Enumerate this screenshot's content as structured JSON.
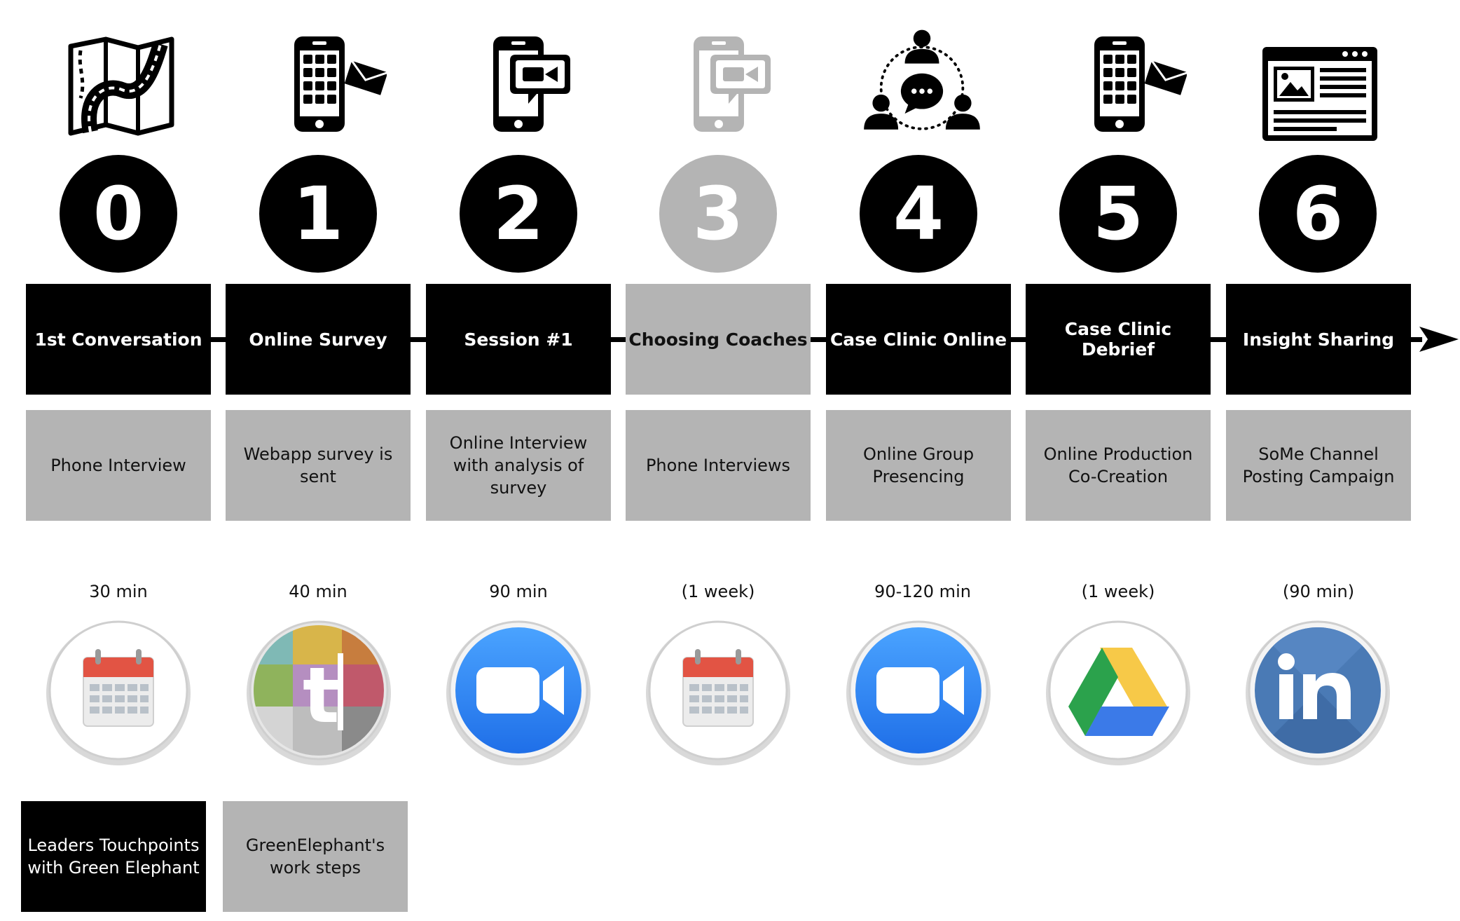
{
  "steps": [
    {
      "number": "0",
      "title": "1st Conversation",
      "description": "Phone Interview",
      "duration": "30 min",
      "icon": "map-icon",
      "app": "calendar-app-icon",
      "state": "active"
    },
    {
      "number": "1",
      "title": "Online Survey",
      "description": "Webapp survey is sent",
      "duration": "40 min",
      "icon": "phone-mail-icon",
      "app": "typeform-app-icon",
      "state": "active"
    },
    {
      "number": "2",
      "title": "Session #1",
      "description": "Online Interview with analysis of survey",
      "duration": "90 min",
      "icon": "phone-video-icon",
      "app": "zoom-app-icon",
      "state": "active"
    },
    {
      "number": "3",
      "title": "Choosing Coaches",
      "description": "Phone Interviews",
      "duration": "(1 week)",
      "icon": "phone-video-icon",
      "app": "calendar-app-icon",
      "state": "inactive"
    },
    {
      "number": "4",
      "title": "Case Clinic Online",
      "description": "Online Group Presencing",
      "duration": "90-120 min",
      "icon": "group-chat-icon",
      "app": "zoom-app-icon",
      "state": "active"
    },
    {
      "number": "5",
      "title": "Case Clinic Debrief",
      "description": "Online Production Co-Creation",
      "duration": "(1 week)",
      "icon": "phone-mail-icon",
      "app": "google-drive-app-icon",
      "state": "active"
    },
    {
      "number": "6",
      "title": "Insight Sharing",
      "description": "SoMe Channel Posting Campaign",
      "duration": "(90 min)",
      "icon": "browser-article-icon",
      "app": "linkedin-app-icon",
      "state": "active"
    }
  ],
  "legend": {
    "leaders": "Leaders Touchpoints with Green Elephant",
    "work": "GreenElephant's work steps"
  },
  "colors": {
    "active": "#000000",
    "inactive": "#b4b4b4",
    "description_box": "#b4b4b4",
    "zoom_blue": "#2d8cff",
    "calendar_red": "#e25444",
    "linkedin_blue": "#4a7ab5"
  }
}
